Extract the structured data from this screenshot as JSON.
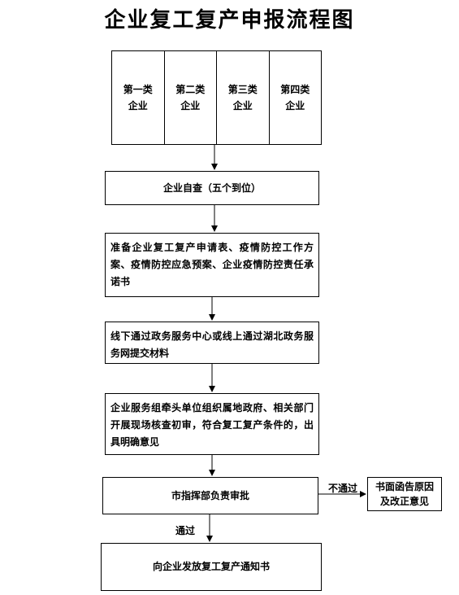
{
  "title": "企业复工复产申报流程图",
  "categories": [
    {
      "line1": "第一类",
      "line2": "企业"
    },
    {
      "line1": "第二类",
      "line2": "企业"
    },
    {
      "line1": "第三类",
      "line2": "企业"
    },
    {
      "line1": "第四类",
      "line2": "企业"
    }
  ],
  "steps": {
    "self_check": "企业自查（五个到位）",
    "prepare": "准备企业复工复产申请表、疫情防控工作方案、疫情防控应急预案、企业疫情防控责任承诺书",
    "submit": "线下通过政务服务中心或线上通过湖北政务服务网提交材料",
    "inspect": "企业服务组牵头单位组织属地政府、相关部门开展现场核查初审，符合复工复产条件的，出具明确意见",
    "approve": "市指挥部负责审批",
    "notify": "向企业发放复工复产通知书",
    "reject_box": "书面函告原因及改正意见"
  },
  "labels": {
    "not_passed": "不通过",
    "passed": "通过"
  }
}
